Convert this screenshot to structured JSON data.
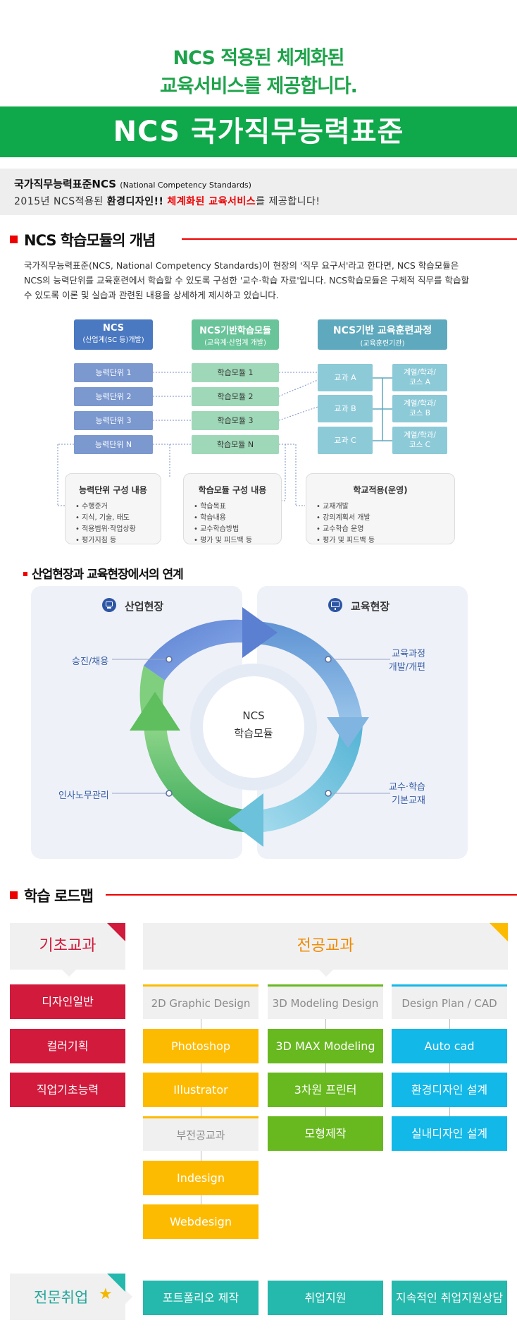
{
  "hero": {
    "line1": "NCS 적용된 체계화된",
    "line2": "교육서비스를 제공합니다."
  },
  "banner": {
    "title": "NCS 국가직무능력표준"
  },
  "subheading": {
    "line1_main": "국가직무능력표준NCS",
    "line1_small": "(National Competency Standards)",
    "line2_a": "2015년 NCS적용된",
    "line2_b": "환경디자인!!",
    "line2_c": "체계화된 교육서비스",
    "line2_d": "를 제공합니다!"
  },
  "sections": {
    "concept": "NCS 학습모듈의 개념",
    "link": "산업현장과 교육현장에서의 연계",
    "roadmap": "학습 로드맵"
  },
  "concept_text": "국가직무능력표준(NCS, National Competency Standards)이 현장의 '직무 요구서'라고 한다면, NCS 학습모듈은 NCS의 능력단위를 교육훈련에서 학습할 수 있도록 구성한 '교수·학습 자료'입니다. NCS학습모듈은 구체적 직무를 학습할 수 있도록 이론 및 실습과 관련된 내용을 상세하게 제시하고 있습니다.",
  "diagram": {
    "col1": {
      "title": "NCS",
      "sub": "(산업계(SC 등)개발)",
      "items": [
        "능력단위 1",
        "능력단위 2",
        "능력단위 3",
        "능력단위 N"
      ]
    },
    "col2": {
      "title": "NCS기반학습모듈",
      "sub": "(교육계·산업계 개발)",
      "items": [
        "학습모듈 1",
        "학습모듈 2",
        "학습모듈 3",
        "학습모듈 N"
      ]
    },
    "col3": {
      "title": "NCS기반 교육훈련과정",
      "sub": "(교육훈련기관)",
      "classes": [
        "교과 A",
        "교과 B",
        "교과 C"
      ],
      "courses": [
        [
          "계열/학과/",
          "코스 A"
        ],
        [
          "계열/학과/",
          "코스 B"
        ],
        [
          "계열/학과/",
          "코스 C"
        ]
      ]
    },
    "info1": {
      "title": "능력단위 구성 내용",
      "items": [
        "수행준거",
        "지식, 기술, 태도",
        "적용범위·작업상황",
        "평가지침 등"
      ]
    },
    "info2": {
      "title": "학습모듈 구성 내용",
      "items": [
        "학습목표",
        "학습내용",
        "교수학습방법",
        "평가 및 피드백 등"
      ]
    },
    "info3": {
      "title": "학교적용(운영)",
      "items": [
        "교재개발",
        "강의계획서 개발",
        "교수학습 운영",
        "평가 및 피드백 등"
      ]
    }
  },
  "cycle": {
    "industry": "산업현장",
    "education": "교육현장",
    "center1": "NCS",
    "center2": "학습모듈",
    "left_top": "승진/채용",
    "left_bottom": "인사노무관리",
    "right_top": [
      "교육과정",
      "개발/개편"
    ],
    "right_bottom": [
      "교수·학습",
      "기본교재"
    ]
  },
  "roadmap": {
    "basic": {
      "title": "기초교과",
      "items": [
        "디자인일반",
        "컬러기획",
        "직업기초능력"
      ]
    },
    "major": {
      "title": "전공교과"
    },
    "col_2d": {
      "title": "2D Graphic Design",
      "items": [
        "Photoshop",
        "Illustrator"
      ],
      "sub_title": "부전공교과",
      "sub_items": [
        "Indesign",
        "Webdesign"
      ]
    },
    "col_3d": {
      "title": "3D Modeling Design",
      "items": [
        "3D MAX Modeling",
        "3차원 프린터",
        "모형제작"
      ]
    },
    "col_cad": {
      "title": "Design Plan / CAD",
      "items": [
        "Auto cad",
        "환경디자인 설계",
        "실내디자인 설계"
      ]
    },
    "career": {
      "title": "전문취업",
      "items": [
        "포트폴리오 제작",
        "취업지원",
        "지속적인 취업지원상담"
      ]
    }
  },
  "colors": {
    "green": "#0fa84a",
    "red": "#e00000",
    "blue": "#7b98cf",
    "mint": "#9fd8b8",
    "teal": "#8dcad8"
  }
}
